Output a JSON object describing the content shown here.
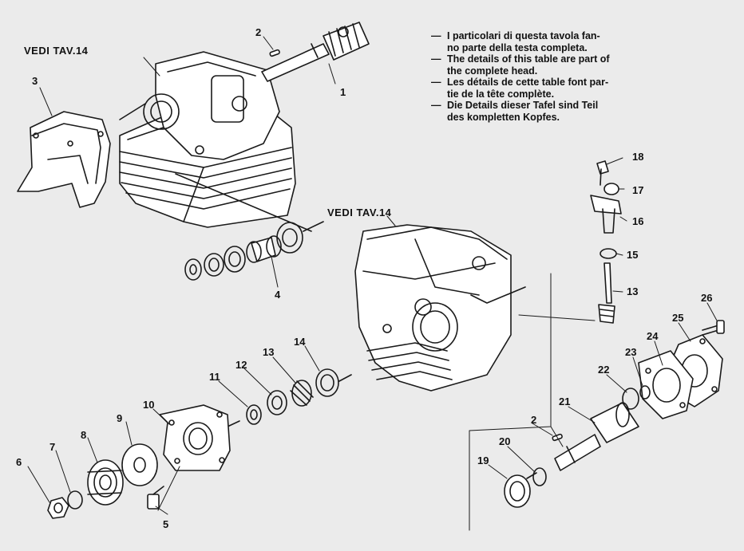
{
  "references": {
    "upper": "VEDI TAV.14",
    "middle": "VEDI TAV.14"
  },
  "notes": [
    {
      "dash": "—",
      "line1": "I particolari di questa tavola fan-",
      "line2": "no parte della testa completa."
    },
    {
      "dash": "—",
      "line1": "The details of this table are part of",
      "line2": "the complete head."
    },
    {
      "dash": "—",
      "line1": "Les détails de cette table font par-",
      "line2": "tie de la tête complète."
    },
    {
      "dash": "—",
      "line1": "Die Details dieser Tafel sind Teil",
      "line2": "des kompletten Kopfes."
    }
  ],
  "callouts": {
    "c1": "1",
    "c2a": "2",
    "c2b": "2",
    "c3": "3",
    "c4": "4",
    "c5": "5",
    "c6": "6",
    "c7": "7",
    "c8": "8",
    "c9": "9",
    "c10": "10",
    "c11": "11",
    "c12": "12",
    "c13a": "13",
    "c13b": "13",
    "c14": "14",
    "c15": "15",
    "c16": "16",
    "c17": "17",
    "c18": "18",
    "c19": "19",
    "c20": "20",
    "c21": "21",
    "c22": "22",
    "c23": "23",
    "c24": "24",
    "c25": "25",
    "c26": "26"
  }
}
